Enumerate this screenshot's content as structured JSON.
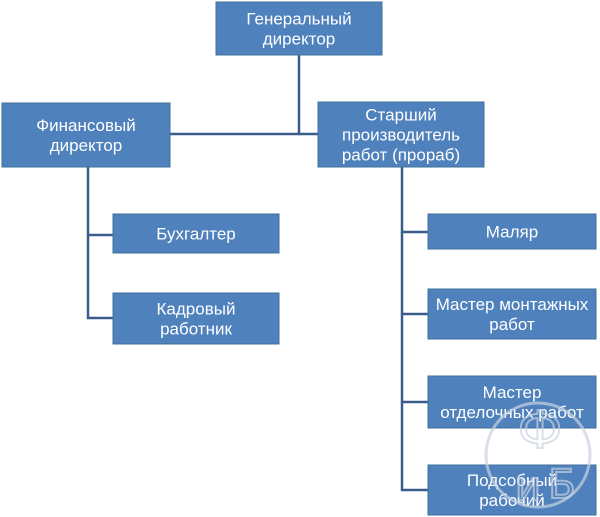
{
  "nodes": [
    {
      "id": "ceo",
      "lines": [
        "Генеральный",
        "директор"
      ]
    },
    {
      "id": "cfo",
      "lines": [
        "Финансовый",
        "директор"
      ]
    },
    {
      "id": "foreman",
      "lines": [
        "Старший",
        "производитель",
        "работ  (прораб)"
      ]
    },
    {
      "id": "accountant",
      "lines": [
        "Бухгалтер"
      ]
    },
    {
      "id": "hr",
      "lines": [
        "Кадровый",
        "работник"
      ]
    },
    {
      "id": "painter",
      "lines": [
        "Маляр"
      ]
    },
    {
      "id": "assembly-master",
      "lines": [
        "Мастер монтажных",
        "работ"
      ]
    },
    {
      "id": "finishing-master",
      "lines": [
        "Мастер",
        "отделочных работ"
      ]
    },
    {
      "id": "helper",
      "lines": [
        "Подсобный",
        "рабочий"
      ]
    }
  ],
  "edges": [
    [
      "ceo",
      "cfo"
    ],
    [
      "ceo",
      "foreman"
    ],
    [
      "cfo",
      "accountant"
    ],
    [
      "cfo",
      "hr"
    ],
    [
      "foreman",
      "painter"
    ],
    [
      "foreman",
      "assembly-master"
    ],
    [
      "foreman",
      "finishing-master"
    ],
    [
      "foreman",
      "helper"
    ]
  ],
  "colors": {
    "box_fill": "#4f81bd",
    "box_border": "#41719c",
    "connector": "#385d8a",
    "box_text": "#ffffff"
  },
  "watermark": {
    "letters": [
      "Ф",
      "и",
      "Б"
    ]
  }
}
